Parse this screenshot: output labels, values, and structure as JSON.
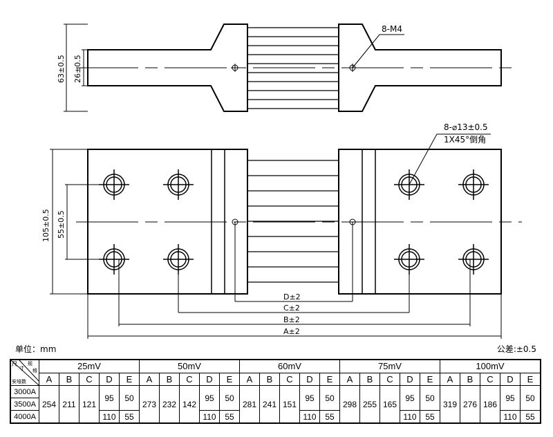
{
  "labels": {
    "top_height": "63±0.5",
    "top_arm": "26±0.5",
    "thread": "8-M4",
    "front_height": "105±0.5",
    "front_pitch": "55±0.5",
    "hole": "8-⌀13±0.5",
    "chamfer": "1X45°倒角",
    "dim_a": "A±2",
    "dim_b": "B±2",
    "dim_c": "C±2",
    "dim_d": "D±2"
  },
  "unit": "单位：mm",
  "tolerance": "公差:±0.5",
  "table": {
    "corner": {
      "top_left": "尺",
      "mid": "寸",
      "top_right": "规",
      "right": "格",
      "bottom": "安培数"
    },
    "groups": [
      {
        "name": "25mV",
        "A": "254",
        "B": "211",
        "C": "121",
        "D1": "95",
        "E1": "50",
        "D2": "110",
        "E2": "55"
      },
      {
        "name": "50mV",
        "A": "273",
        "B": "232",
        "C": "142",
        "D1": "95",
        "E1": "50",
        "D2": "110",
        "E2": "55"
      },
      {
        "name": "60mV",
        "A": "281",
        "B": "241",
        "C": "151",
        "D1": "95",
        "E1": "50",
        "D2": "110",
        "E2": "55"
      },
      {
        "name": "75mV",
        "A": "298",
        "B": "255",
        "C": "165",
        "D1": "95",
        "E1": "50",
        "D2": "110",
        "E2": "55"
      },
      {
        "name": "100mV",
        "A": "319",
        "B": "276",
        "C": "186",
        "D1": "95",
        "E1": "50",
        "D2": "110",
        "E2": "55"
      }
    ],
    "cols": [
      "A",
      "B",
      "C",
      "D",
      "E"
    ],
    "currents": [
      "3000A",
      "3500A",
      "4000A"
    ]
  }
}
